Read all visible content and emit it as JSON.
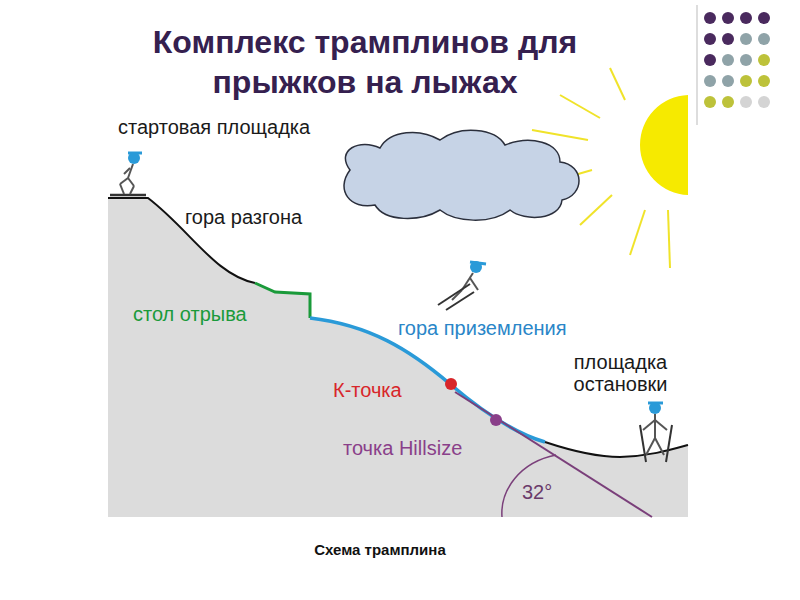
{
  "diagram": {
    "title": "Комплекс трамплинов для прыжков на лыжах",
    "caption": "Схема трамплина",
    "labels": [
      "стартовая площадка",
      "гора разгона",
      "стол отрыва",
      "гора приземления",
      "К-точка",
      "площадка остановки",
      "точка Hillsize",
      "32°"
    ]
  }
}
